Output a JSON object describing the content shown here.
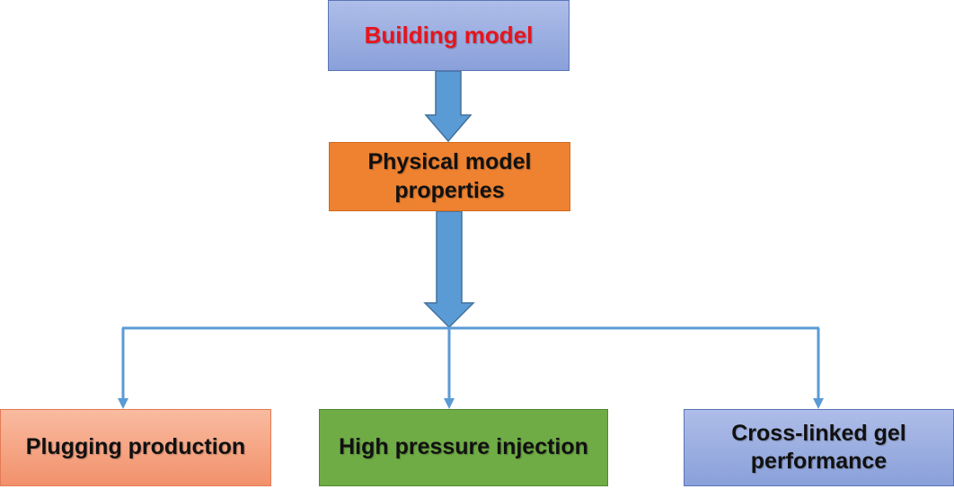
{
  "nodes": {
    "top": {
      "label": "Building model",
      "color": "#e8141c"
    },
    "middle": {
      "label": "Physical model\nproperties"
    },
    "left": {
      "label": "Plugging production"
    },
    "center": {
      "label": "High pressure injection"
    },
    "right": {
      "label": "Cross-linked gel\nperformance"
    }
  },
  "colors": {
    "top_box": "#9aadde",
    "middle_box": "#ee8231",
    "left_box": "#f5a584",
    "center_box": "#6fac46",
    "right_box": "#9aadde",
    "arrows": "#5b9bd5"
  }
}
